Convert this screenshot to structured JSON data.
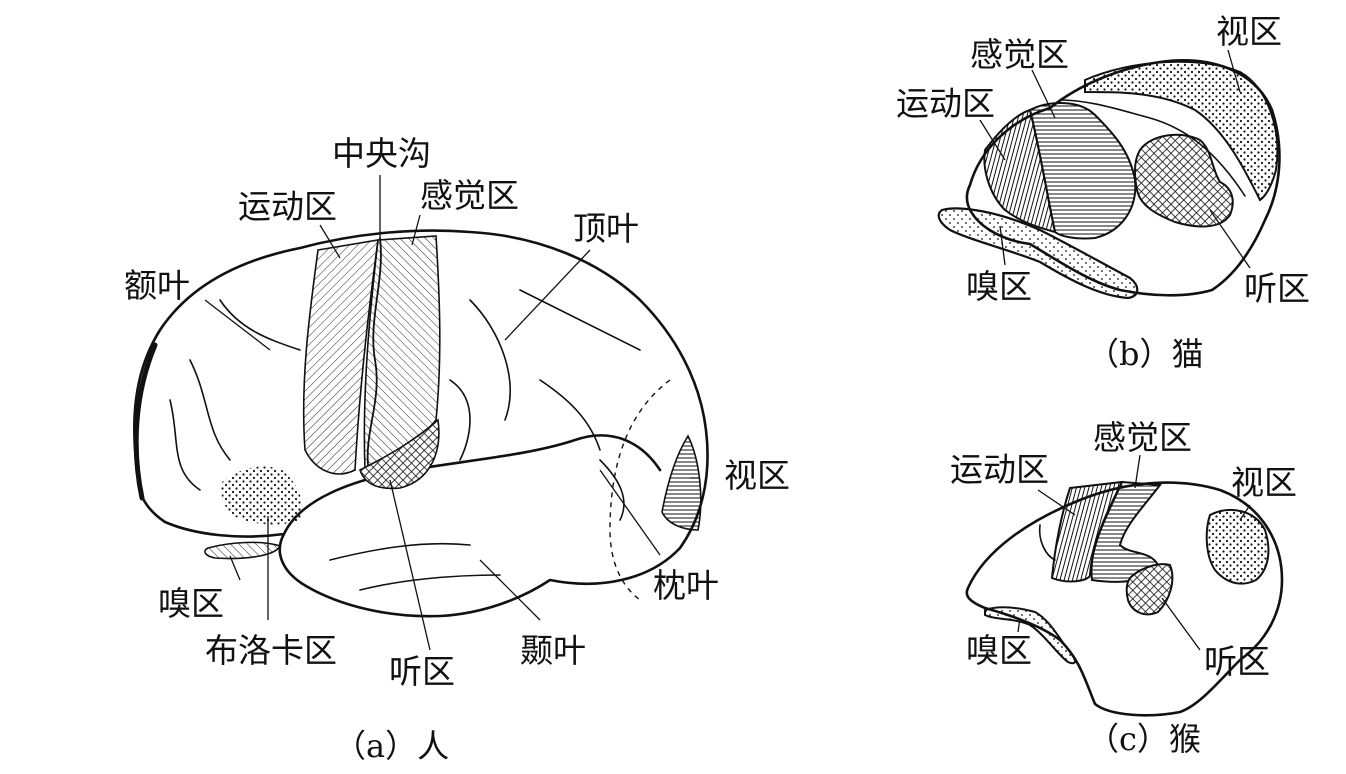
{
  "human": {
    "caption": "（a）人",
    "labels": {
      "central_sulcus": "中央沟",
      "motor_area": "运动区",
      "sensory_area": "感觉区",
      "parietal_lobe": "顶叶",
      "frontal_lobe": "额叶",
      "visual_area": "视区",
      "olfactory_area": "嗅区",
      "occipital_lobe": "枕叶",
      "broca_area": "布洛卡区",
      "auditory_area": "听区",
      "temporal_lobe": "颞叶"
    }
  },
  "cat": {
    "caption": "（b）猫",
    "labels": {
      "visual_area": "视区",
      "sensory_area": "感觉区",
      "motor_area": "运动区",
      "olfactory_area": "嗅区",
      "auditory_area": "听区"
    }
  },
  "monkey": {
    "caption": "（c）猴",
    "labels": {
      "sensory_area": "感觉区",
      "motor_area": "运动区",
      "visual_area": "视区",
      "olfactory_area": "嗅区",
      "auditory_area": "听区"
    }
  }
}
